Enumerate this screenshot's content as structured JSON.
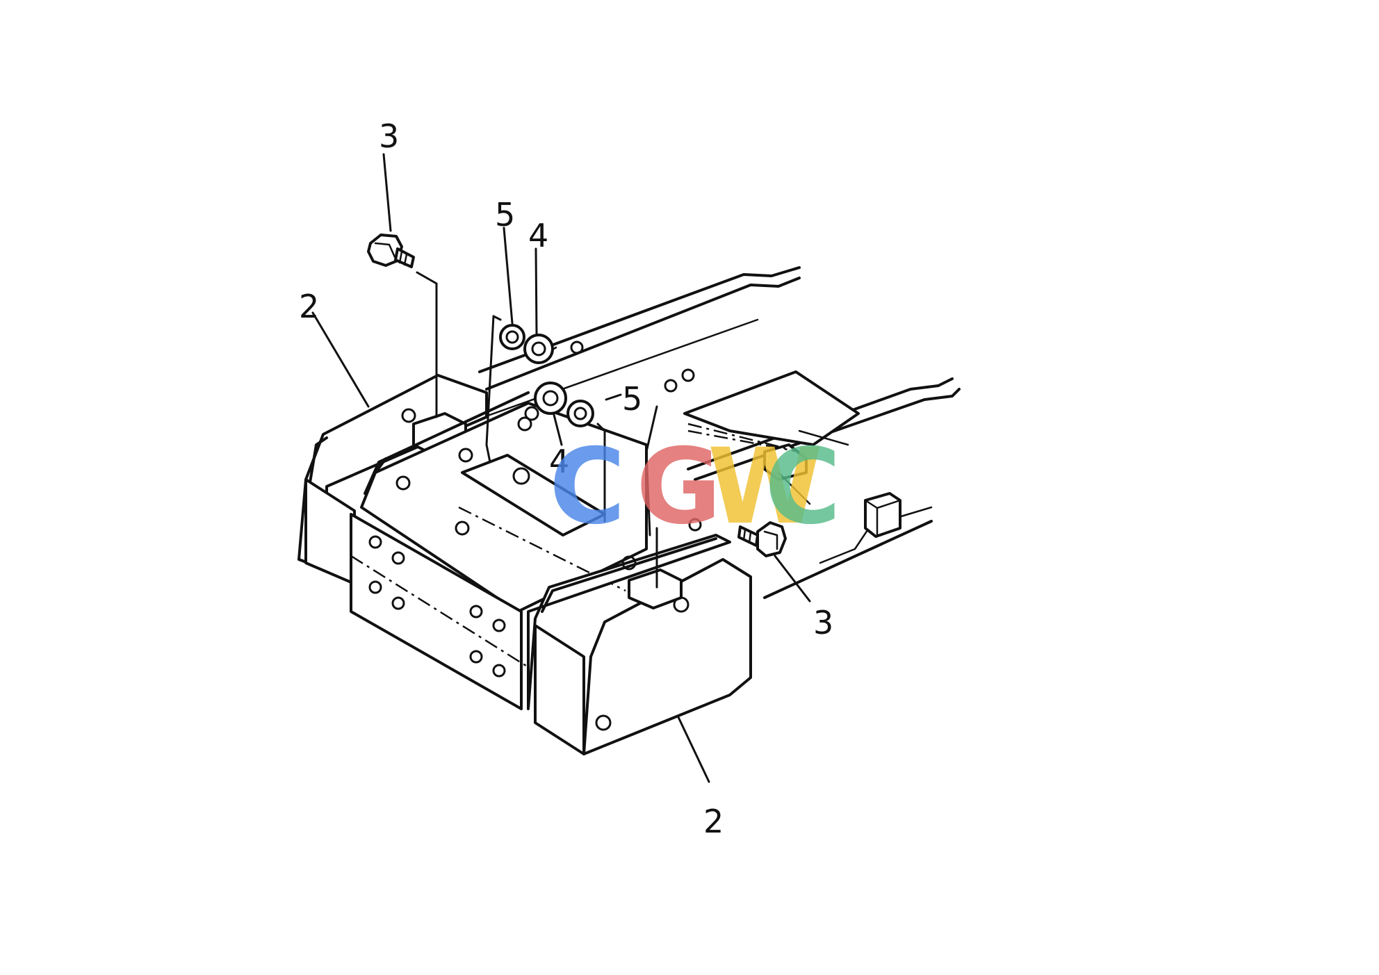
{
  "diagram": {
    "callouts": [
      {
        "id": "bolt-top-left",
        "label": "3"
      },
      {
        "id": "bolt-right",
        "label": "3"
      },
      {
        "id": "plate-left",
        "label": "2"
      },
      {
        "id": "plate-bottom",
        "label": "2"
      },
      {
        "id": "nut-top",
        "label": "4"
      },
      {
        "id": "nut-middle",
        "label": "4"
      },
      {
        "id": "washer-top",
        "label": "5"
      },
      {
        "id": "washer-right",
        "label": "5"
      }
    ]
  },
  "watermark": {
    "letters": [
      {
        "char": "C",
        "color": "#4a86e8"
      },
      {
        "char": "G",
        "color": "#e06666"
      },
      {
        "char": "W",
        "color": "#f1c232"
      },
      {
        "char": "C",
        "color": "#57bb8a"
      }
    ]
  }
}
